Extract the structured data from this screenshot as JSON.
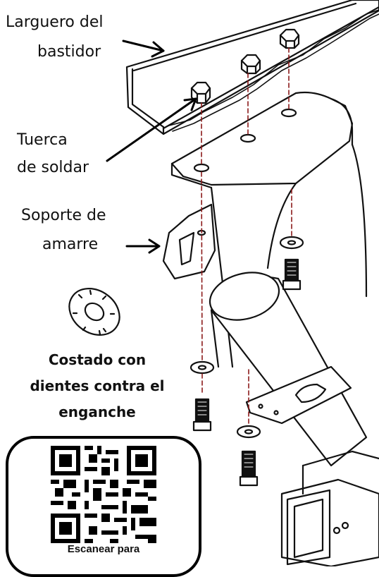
{
  "labels": {
    "frame_rail": [
      "Larguero del",
      "bastidor"
    ],
    "weld_nut": [
      "Tuerca",
      "de soldar"
    ],
    "tie_down_bracket": [
      "Soporte de",
      "amarre"
    ],
    "teeth_side": [
      "Costado con",
      "dientes contra el",
      "enganche"
    ]
  },
  "qr": {
    "caption": "Escanear para"
  },
  "colors": {
    "line": "#111111",
    "dash": "#8b1a1a",
    "background": "#ffffff"
  }
}
